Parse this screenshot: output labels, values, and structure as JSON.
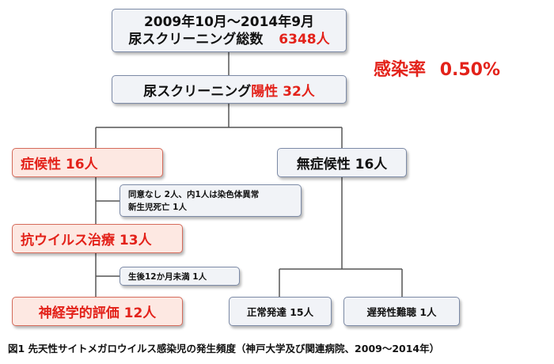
{
  "total_box": {
    "line1": "2009年10月～2014年9月",
    "line2_label": "尿スクリーニング総数",
    "line2_value": "6348人"
  },
  "infection_rate": {
    "label": "感染率",
    "value": "0.50%"
  },
  "positive_box": {
    "label": "尿スクリーニング",
    "highlight": "陽性 32人"
  },
  "symptomatic_box": {
    "label": "症候性 16人"
  },
  "asymptomatic_box": {
    "label": "無症候性 16人"
  },
  "note_no_consent": {
    "line1": "同意なし 2人、内1人は染色体異常",
    "line2": "新生児死亡 1人"
  },
  "antiviral_box": {
    "label": "抗ウイルス治療 13人"
  },
  "note_under_12m": {
    "label": "生後12か月未満 1人"
  },
  "neuro_box": {
    "label": "神経学的評価 12人"
  },
  "normal_box": {
    "label": "正常発達 15人"
  },
  "late_hearing_box": {
    "label": "遅発性難聴 1人"
  },
  "caption": {
    "text": "図1 先天性サイトメガロウイルス感染児の発生頻度（神戸大学及び関連病院、2009～2014年）"
  },
  "colors": {
    "box_border": "#7c8aa6",
    "box_fill": "#f1f3f7",
    "red_box_fill": "#fde8e2",
    "red_box_border": "#d56a5a",
    "highlight_red": "#e3221a",
    "connector": "#555555"
  }
}
